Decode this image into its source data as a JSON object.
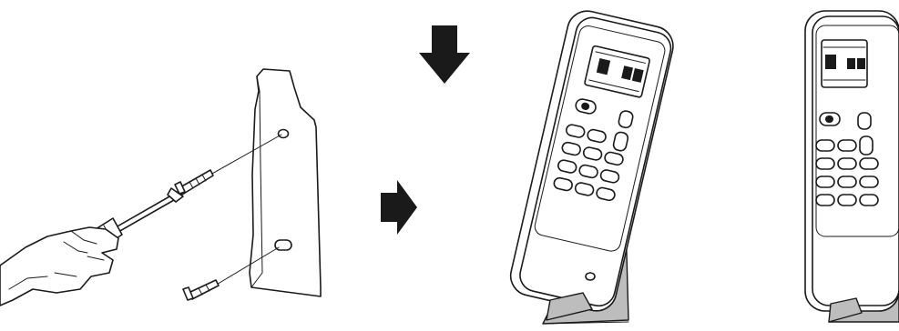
{
  "figure": {
    "steps": [
      {
        "id": "step-1",
        "parts": [
          "hand",
          "screwdriver",
          "screws",
          "remote-holder"
        ]
      },
      {
        "id": "step-2",
        "parts": [
          "down-arrow",
          "remote-control",
          "remote-holder"
        ]
      },
      {
        "id": "step-3",
        "parts": [
          "remote-control",
          "remote-holder"
        ]
      }
    ],
    "arrows": [
      {
        "id": "down-arrow",
        "direction": "down"
      },
      {
        "id": "right-arrow",
        "direction": "right"
      }
    ],
    "colors": {
      "line": "#1a1a1a",
      "holder_fill": "#bdbdbd",
      "background": "#ffffff"
    }
  }
}
